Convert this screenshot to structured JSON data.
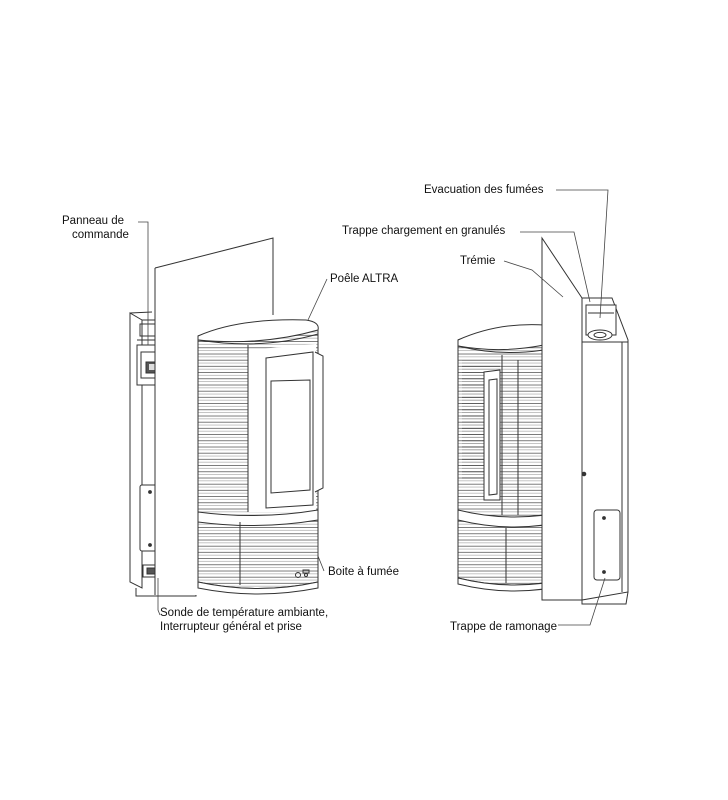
{
  "labels": {
    "panneau_line1": "Panneau de",
    "panneau_line2": "commande",
    "poele": "Poêle ALTRA",
    "boite": "Boite à fumée",
    "sonde_line1": "Sonde de température ambiante,",
    "sonde_line2": "Interrupteur général et prise",
    "evacuation": "Evacuation des fumées",
    "trappe_chargement": "Trappe chargement en granulés",
    "tremie": "Trémie",
    "trappe_ramonage": "Trappe de ramonage"
  },
  "colors": {
    "line": "#333333",
    "background": "#ffffff"
  }
}
